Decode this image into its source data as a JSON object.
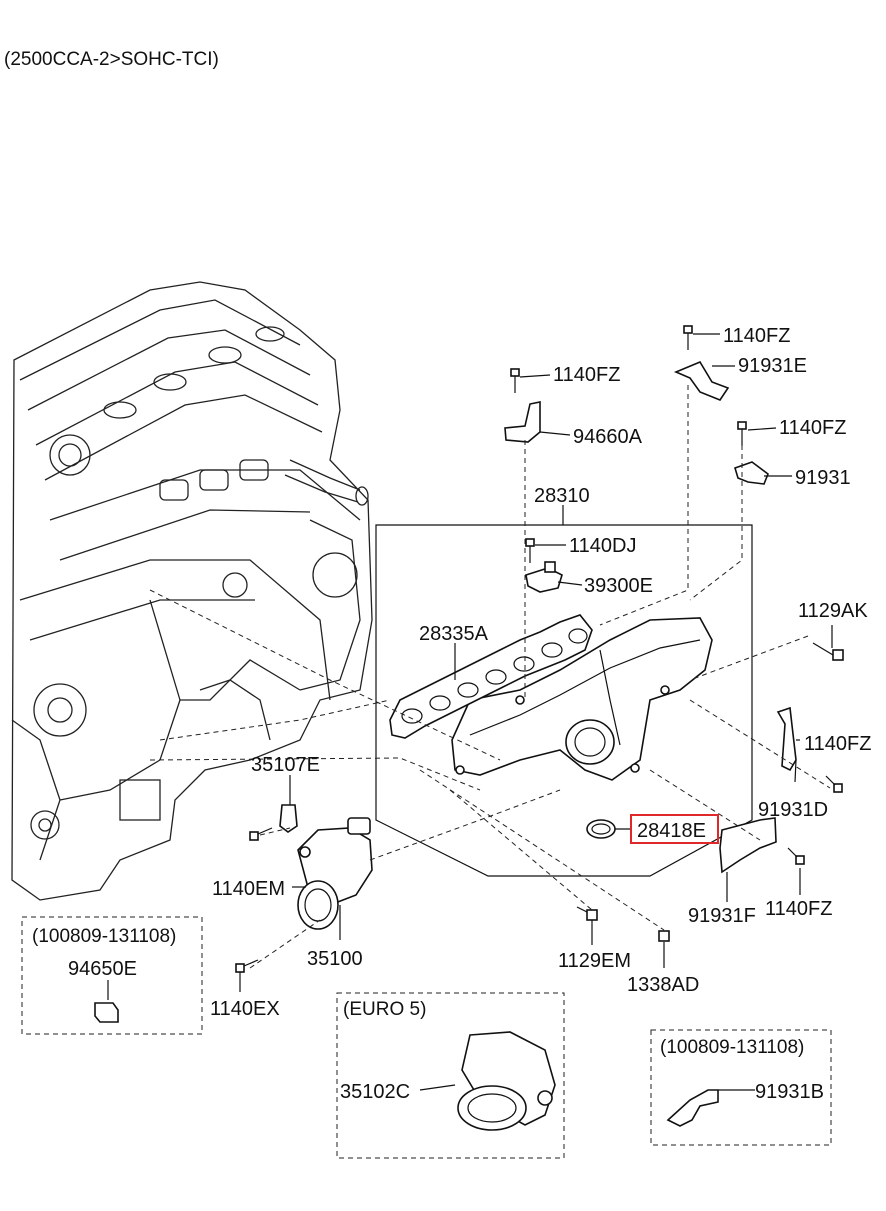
{
  "header": "(2500CCA-2>SOHC-TCI)",
  "highlight_color": "#e0282b",
  "labels": {
    "l_1140fz_top": "1140FZ",
    "l_91931e": "91931E",
    "l_1140fz_b": "1140FZ",
    "l_94660a": "94660A",
    "l_1140fz_c": "1140FZ",
    "l_91931": "91931",
    "l_28310": "28310",
    "l_1140dj": "1140DJ",
    "l_39300e": "39300E",
    "l_28335a": "28335A",
    "l_1129ak": "1129AK",
    "l_1140fz_d": "1140FZ",
    "l_91931d": "91931D",
    "l_35107e": "35107E",
    "l_28418e": "28418E",
    "l_1140em": "1140EM",
    "l_91931f": "91931F",
    "l_1140fz_e": "1140FZ",
    "l_1129em": "1129EM",
    "l_1338ad": "1338AD",
    "l_35100": "35100",
    "l_1140ex": "1140EX",
    "l_94650e": "94650E",
    "l_35102c": "35102C",
    "l_91931b": "91931B"
  },
  "boxes": {
    "left_box_title": "(100809-131108)",
    "euro_box_title": "(EURO 5)",
    "right_box_title": "(100809-131108)"
  }
}
